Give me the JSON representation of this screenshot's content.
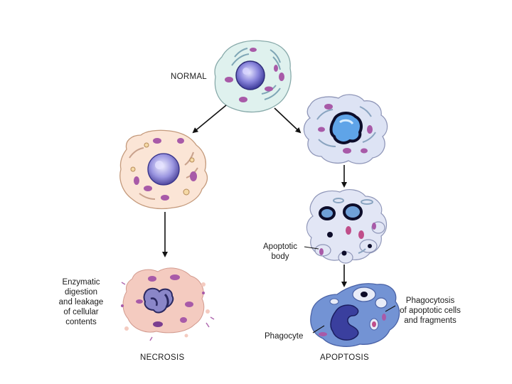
{
  "labels": {
    "normal": "NORMAL",
    "necrosis": "NECROSIS",
    "apoptosis": "APOPTOSIS",
    "enzymatic": [
      "Enzymatic",
      "digestion",
      "and leakage",
      "of cellular",
      "contents"
    ],
    "apoptotic_body": [
      "Apoptotic",
      "body"
    ],
    "phagocyte": "Phagocyte",
    "phagocytosis": [
      "Phagocytosis",
      "of apoptotic cells",
      "and fragments"
    ]
  },
  "colors": {
    "normal_cytoplasm": "#dff1ee",
    "necrosis_cytoplasm": "#fbe5d6",
    "apoptosis_cytoplasm": "#dde3f4",
    "necrotic_debris": "#f2c6bd",
    "phagocyte": "#6f8fd0",
    "nucleus": "#8e86d6",
    "mitochondria": "#a04ea8",
    "arrow": "#111111"
  }
}
